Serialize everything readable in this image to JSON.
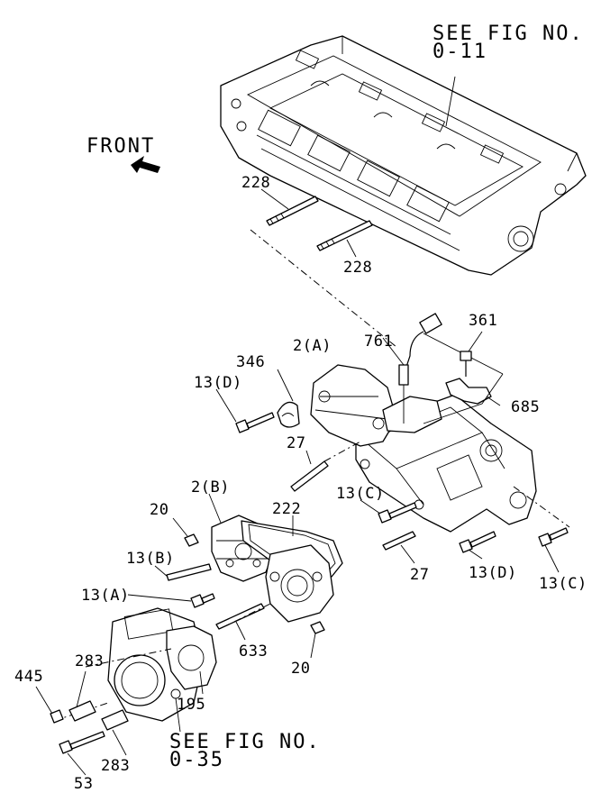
{
  "references": {
    "top_title": "SEE FIG NO.",
    "top_code": "0-11",
    "bottom_title": "SEE FIG NO.",
    "bottom_code": "0-35"
  },
  "orientation": {
    "label": "FRONT"
  },
  "callouts": {
    "p228a": "228",
    "p228b": "228",
    "p361": "361",
    "p761": "761",
    "p2a": "2(A)",
    "p346": "346",
    "p13d_top": "13(D)",
    "p685": "685",
    "p27a": "27",
    "p2b": "2(B)",
    "p20a": "20",
    "p222": "222",
    "p13c_left": "13(C)",
    "p13b": "13(B)",
    "p13a": "13(A)",
    "p27b": "27",
    "p13d_right": "13(D)",
    "p13c_right": "13(C)",
    "p633": "633",
    "p20b": "20",
    "p283a": "283",
    "p445": "445",
    "p195": "195",
    "p283b": "283",
    "p53": "53"
  }
}
